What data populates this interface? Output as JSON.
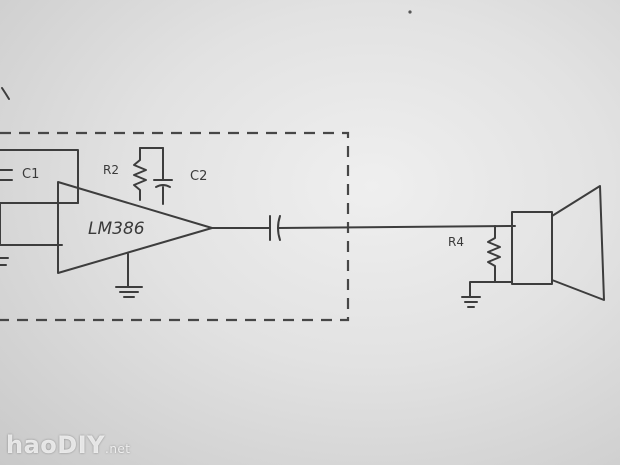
{
  "labels": {
    "amp": "LM386",
    "c1": "C1",
    "r2": "R2",
    "c2": "C2",
    "r4": "R4"
  },
  "watermark": {
    "brand": "haoDIY",
    "suffix": ".net"
  }
}
